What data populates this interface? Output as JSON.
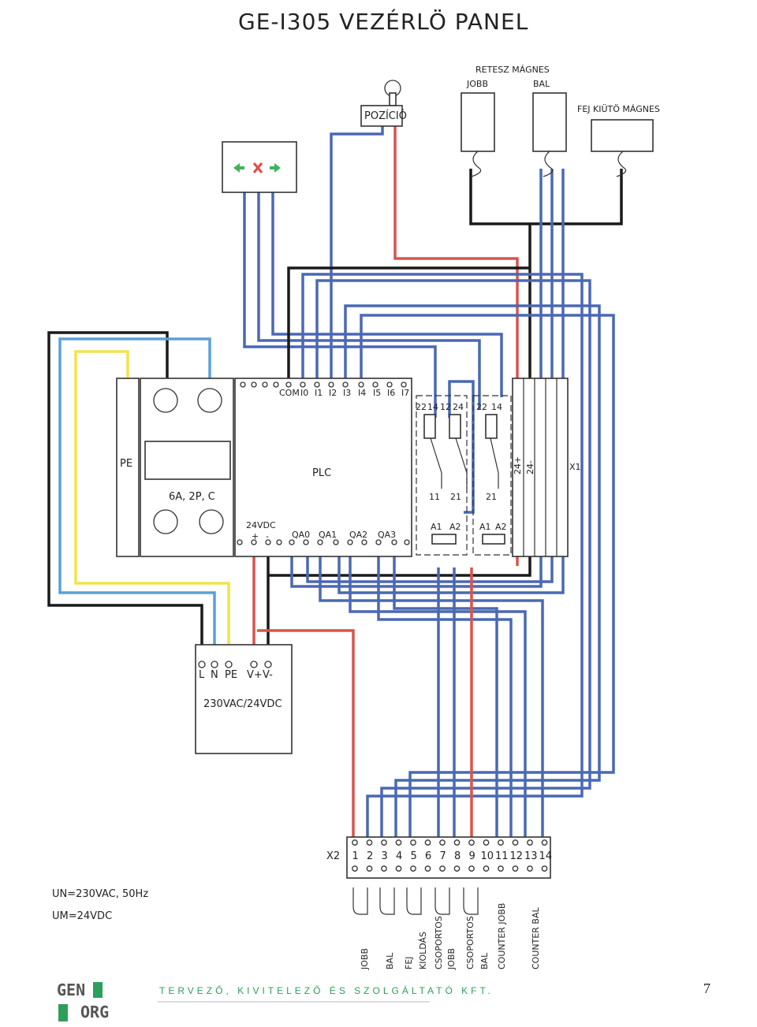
{
  "title": "GE-I305 VEZÉRLÖ PANEL",
  "position_switch": "POZÍCIÓ",
  "magnets": {
    "retesz": "RETESZ MÁGNES",
    "jobb": "JOBB",
    "bal": "BAL",
    "fej": "FEJ KIÜTÖ MÁGNES"
  },
  "breaker": {
    "pe": "PE",
    "rating": "6A, 2P, C"
  },
  "plc": {
    "name": "PLC",
    "inputs": [
      "COM",
      "I0",
      "I1",
      "I2",
      "I3",
      "I4",
      "I5",
      "I6",
      "I7"
    ],
    "supply": "24VDC",
    "supply_plus": "+",
    "supply_minus": "-",
    "outputs": [
      "QA0",
      "QA1",
      "QA2",
      "QA3"
    ]
  },
  "relays": {
    "contacts_top": [
      "22",
      "14",
      "12",
      "24",
      "22",
      "14"
    ],
    "contacts_mid": [
      "11",
      "21",
      "21"
    ],
    "coils": [
      "A1",
      "A2",
      "A1",
      "A2"
    ]
  },
  "terminal_x1": {
    "name": "X1",
    "plus": "24+",
    "minus": "24-"
  },
  "psu": {
    "terms": [
      "L",
      "N",
      "PE",
      "V+",
      "V-"
    ],
    "label": "230VAC/24VDC"
  },
  "terminal_x2": {
    "name": "X2",
    "numbers": [
      "1",
      "2",
      "3",
      "4",
      "5",
      "6",
      "7",
      "8",
      "9",
      "10",
      "11",
      "12",
      "13",
      "14"
    ]
  },
  "x2_labels": [
    "JOBB",
    "BAL",
    "FEJ",
    "KIOLDÁS",
    "CSOPORTOS",
    "JOBB",
    "CSOPORTOS",
    "BAL",
    "COUNTER JOBB",
    "COUNTER BAL"
  ],
  "ratings": {
    "line1": "UN=230VAC, 50Hz",
    "line2": "UM=24VDC"
  },
  "footer": {
    "company": "TERVEZŐ, KIVITELEZŐ ÉS SZOLGÁLTATÓ KFT.",
    "page": "7",
    "logo_top": "GEN",
    "logo_bottom": "ORG"
  },
  "colors": {
    "wire_black": "#1a1a1a",
    "wire_blue": "#4a68b4",
    "wire_lightblue": "#5aa0d8",
    "wire_red": "#d9534f",
    "wire_yellow": "#f4e34a",
    "brand_green": "#2e9e5b"
  }
}
